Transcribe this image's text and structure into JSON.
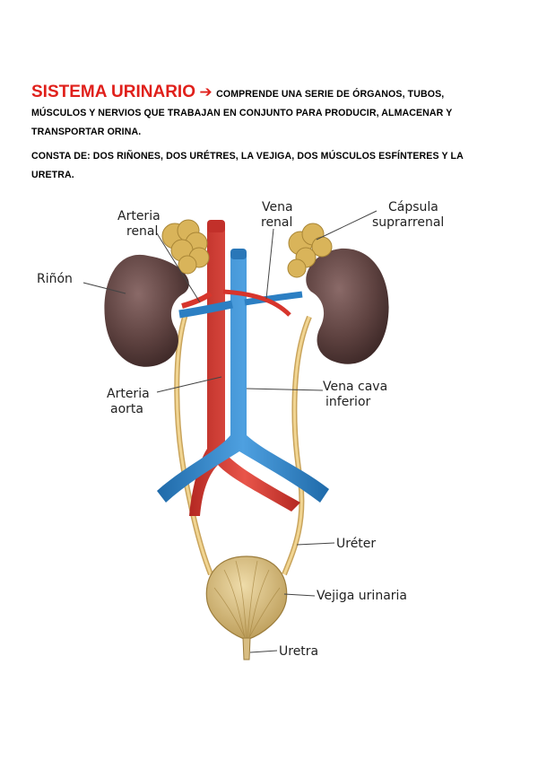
{
  "header": {
    "title": "SISTEMA URINARIO",
    "arrow": "➔",
    "line1_rest": "COMPRENDE UNA SERIE DE ÓRGANOS, TUBOS,",
    "line2": "MÚSCULOS Y NERVIOS QUE TRABAJAN EN CONJUNTO PARA PRODUCIR, ALMACENAR Y",
    "line3": "TRANSPORTAR ORINA."
  },
  "consta": {
    "line1": "CONSTA DE: DOS RIÑONES, DOS URÉTRES, LA VEJIGA, DOS MÚSCULOS ESFÍNTERES Y LA",
    "line2": "URETRA."
  },
  "labels": {
    "arteria_renal_1": "Arteria",
    "arteria_renal_2": "renal",
    "vena_renal_1": "Vena",
    "vena_renal_2": "renal",
    "capsula_1": "Cápsula",
    "capsula_2": "suprarrenal",
    "rinon": "Riñón",
    "arteria_aorta_1": "Arteria",
    "arteria_aorta_2": "aorta",
    "vena_cava_1": "Vena cava",
    "vena_cava_2": "inferior",
    "ureter": "Uréter",
    "vejiga": "Vejiga urinaria",
    "uretra": "Uretra"
  },
  "colors": {
    "title": "#e0201b",
    "kidney": "#5e4240",
    "artery": "#d7352c",
    "vein": "#2c7fc3",
    "ureter": "#e5c47d",
    "bladder": "#d8bd82",
    "adrenal": "#d9b45a"
  }
}
